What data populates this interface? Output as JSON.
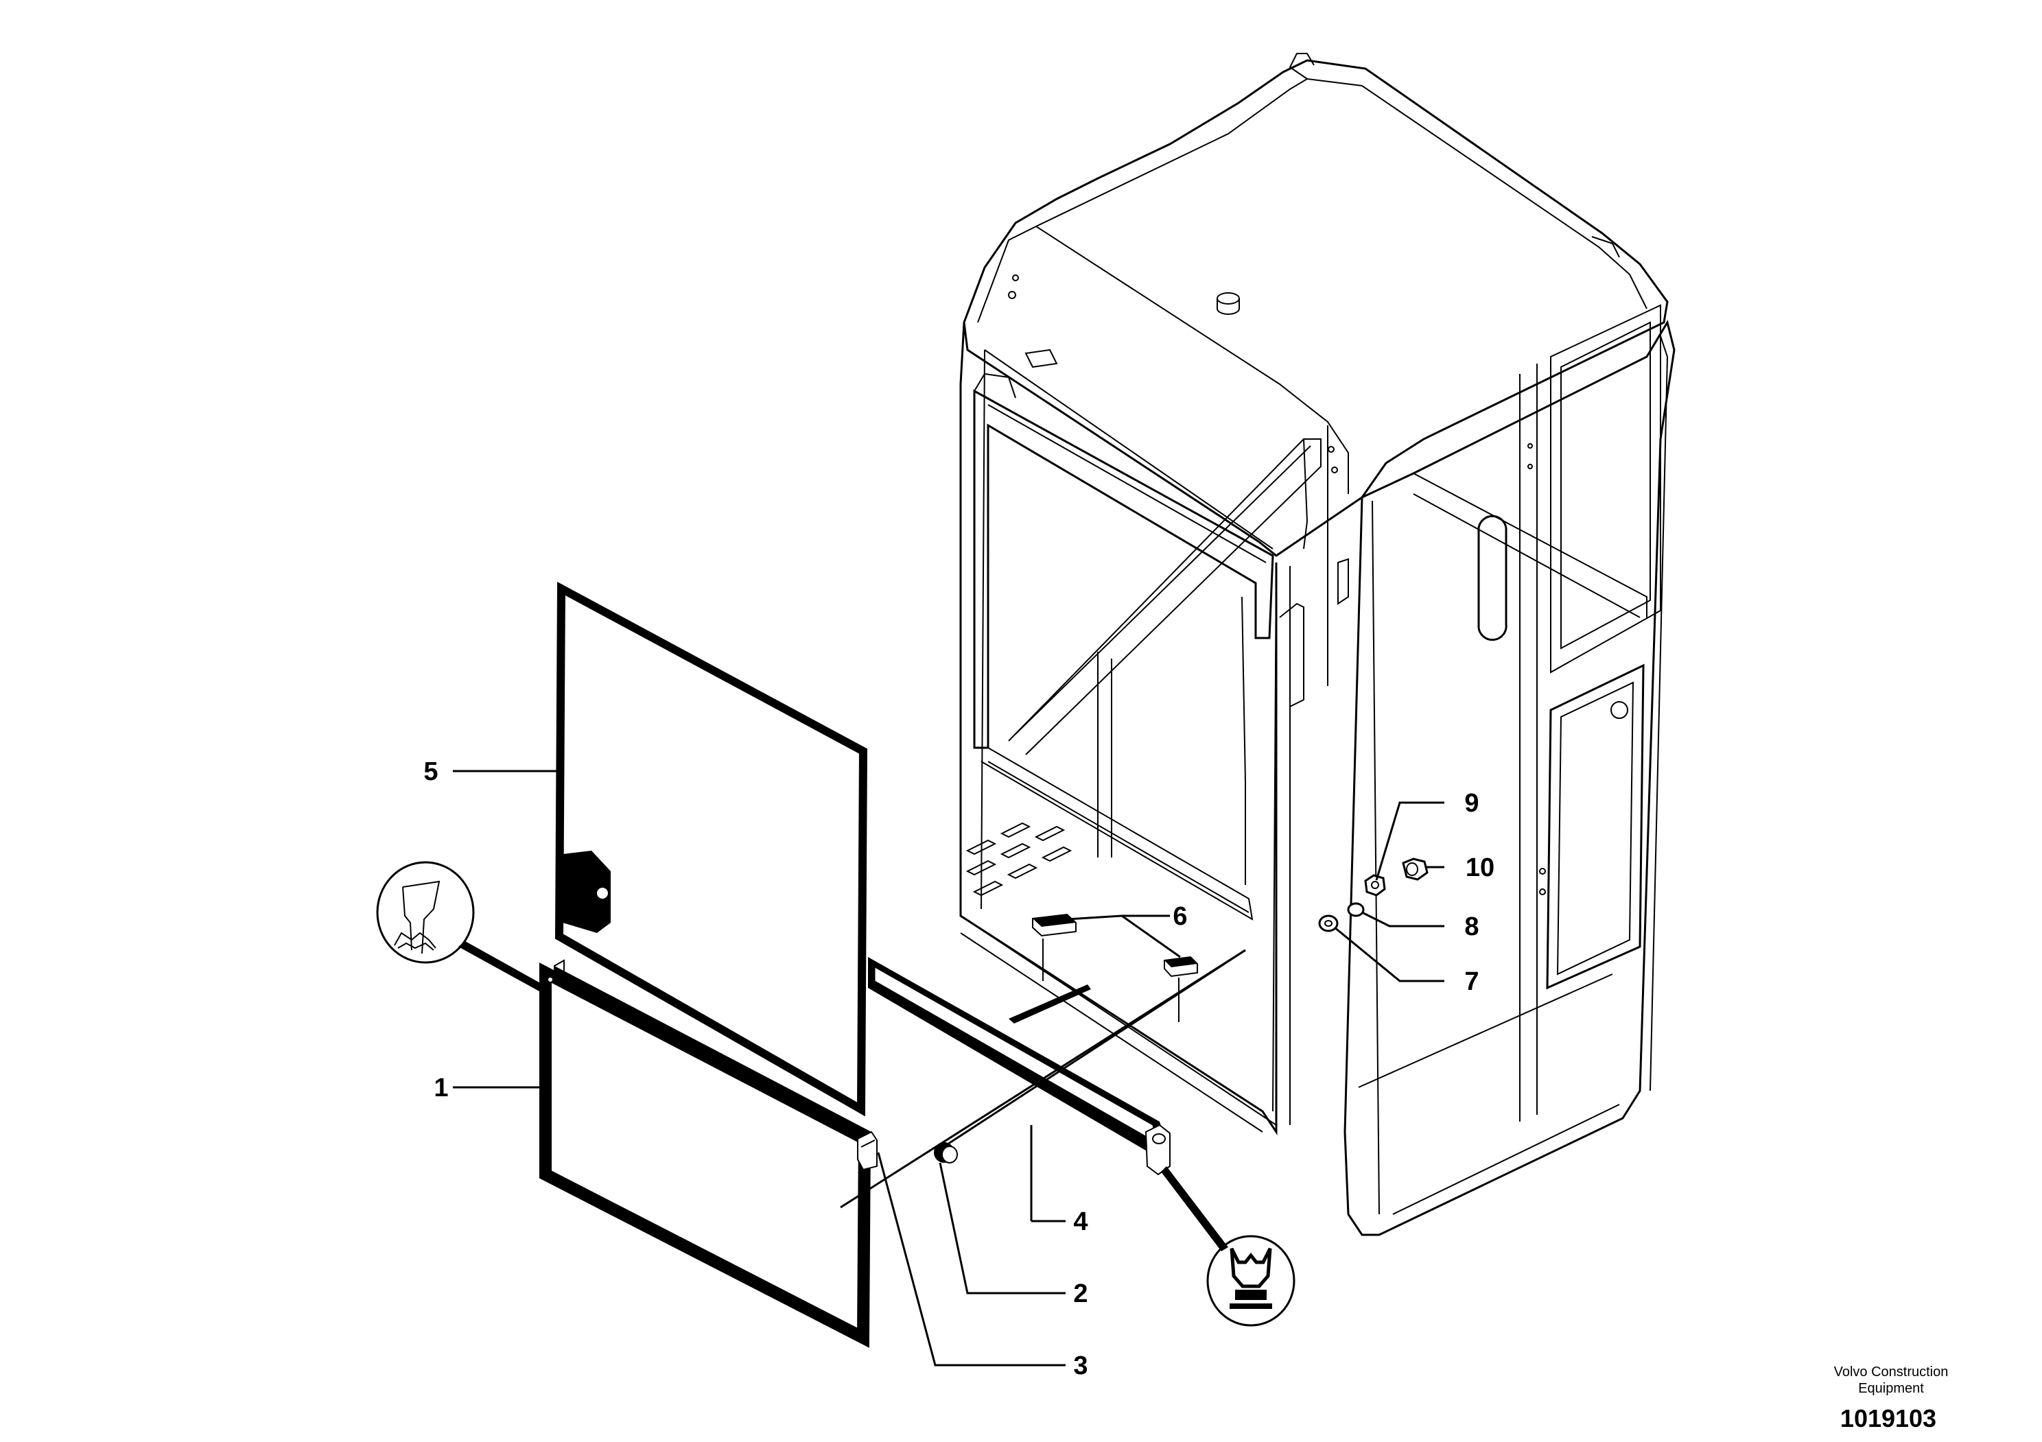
{
  "callouts": [
    {
      "id": "1",
      "text": "1"
    },
    {
      "id": "2",
      "text": "2"
    },
    {
      "id": "3",
      "text": "3"
    },
    {
      "id": "4",
      "text": "4"
    },
    {
      "id": "5",
      "text": "5"
    },
    {
      "id": "6",
      "text": "6"
    },
    {
      "id": "7",
      "text": "7"
    },
    {
      "id": "8",
      "text": "8"
    },
    {
      "id": "9",
      "text": "9"
    },
    {
      "id": "10",
      "text": "10"
    }
  ],
  "footer": {
    "brand_line1": "Volvo Construction",
    "brand_line2": "Equipment",
    "drawing_number": "1019103"
  }
}
